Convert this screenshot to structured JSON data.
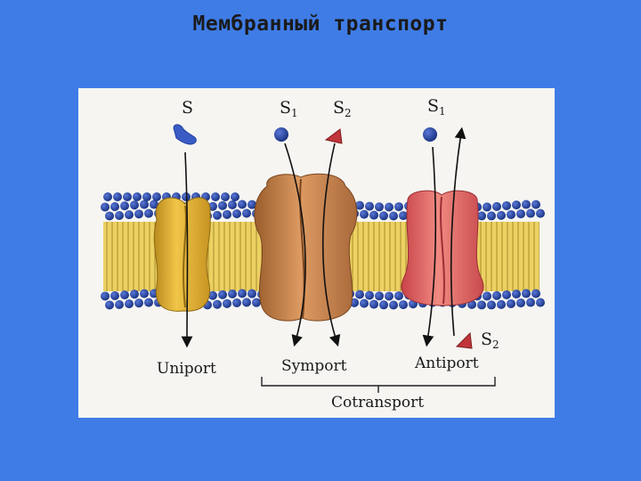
{
  "slide": {
    "title": "Мембранный транспорт"
  },
  "figure": {
    "top_labels": {
      "uniport_substrate": "S",
      "symport_substrate_1": "S",
      "symport_substrate_1_sub": "1",
      "symport_substrate_2": "S",
      "symport_substrate_2_sub": "2",
      "antiport_substrate_1": "S",
      "antiport_substrate_1_sub": "1"
    },
    "bottom_labels": {
      "antiport_substrate_2": "S",
      "antiport_substrate_2_sub": "2",
      "uniport": "Uniport",
      "symport": "Symport",
      "antiport": "Antiport",
      "cotransport": "Cotransport"
    },
    "colors": {
      "background": "#3f7ce6",
      "lipid_head": "#1f3e9c",
      "lipid_tail": "#e8c94a",
      "uniport_protein": "#e3b232",
      "symport_protein": "#c8824a",
      "antiport_protein": "#e0605a",
      "s2_triangle": "#c0353a"
    }
  }
}
